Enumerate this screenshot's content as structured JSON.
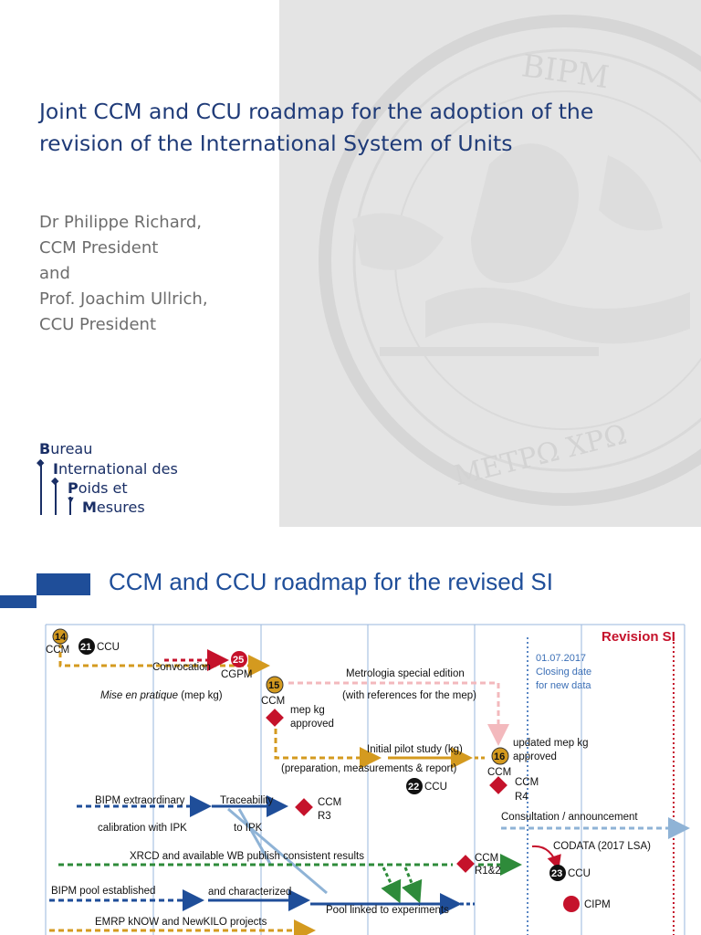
{
  "slide1": {
    "title_line1": "Joint CCM and CCU roadmap for the adoption of the",
    "title_line2": "revision of the International System of Units",
    "authors": [
      "Dr Philippe Richard,",
      "CCM President",
      "and",
      "Prof. Joachim Ullrich,",
      "CCU President"
    ],
    "logo": {
      "line1_initial": "B",
      "line1_rest": "ureau",
      "line2_initial": "I",
      "line2_rest": "nternational des",
      "line3_initial": "P",
      "line3_rest": "oids et",
      "line4_initial": "M",
      "line4_rest": "esures"
    },
    "seal_text_top": "BIPM",
    "seal_text_bottom": "ΜΕΤΡΩ ΧΡΩ"
  },
  "slide2": {
    "title": "CCM and CCU roadmap for the revised SI",
    "revision_label": "Revision SI",
    "closing": {
      "date": "01.07.2017",
      "line2": "Closing date",
      "line3": "for new data"
    },
    "milestones": {
      "ccm14": "14",
      "ccm14_label": "CCM",
      "ccu21": "21",
      "ccu21_label": "CCU",
      "cgpm25": "25",
      "cgpm25_label": "CGPM",
      "ccm15": "15",
      "ccm15_label": "CCM",
      "ccm16": "16",
      "ccm16_label": "CCM",
      "ccu22": "22",
      "ccu22_label": "CCU",
      "ccu23": "23",
      "ccu23_label": "CCU",
      "cipm_label": "CIPM"
    },
    "labels": {
      "convocation": "Convocation",
      "mise_italic": "Mise en pratique",
      "mise_rest": " (mep kg)",
      "metrologia1": "Metrologia special edition",
      "metrologia2": "(with references for the mep)",
      "mepkg1": "mep kg",
      "mepkg2": "approved",
      "pilot1": "Initial pilot study (kg)",
      "pilot2": "(preparation, measurements & report)",
      "updated1": "updated mep kg",
      "updated2": "approved",
      "ccm_r4_a": "CCM",
      "ccm_r4_b": "R4",
      "bipm_extra1": "BIPM extraordinary",
      "bipm_extra2": "calibration with IPK",
      "trace1": "Traceability",
      "trace2": "to IPK",
      "ccm_r3_a": "CCM",
      "ccm_r3_b": "R3",
      "consultation": "Consultation / announcement",
      "codata": "CODATA (2017 LSA)",
      "xrcd": "XRCD and available WB publish consistent results",
      "ccm_r12_a": "CCM",
      "ccm_r12_b": "R1&2",
      "pool_est": "BIPM pool established",
      "characterized": "and characterized",
      "pool_linked": "Pool linked to experiments",
      "emrp": "EMRP kNOW and NewKILO projects"
    }
  },
  "colors": {
    "navy": "#1f3b78",
    "blue": "#1f4e99",
    "gold": "#d49a1f",
    "red": "#c5122b",
    "green": "#2e8b3a",
    "light_blue": "#8fb3d6",
    "pink": "#f3b9bd",
    "seal_bg": "#e4e4e4"
  }
}
